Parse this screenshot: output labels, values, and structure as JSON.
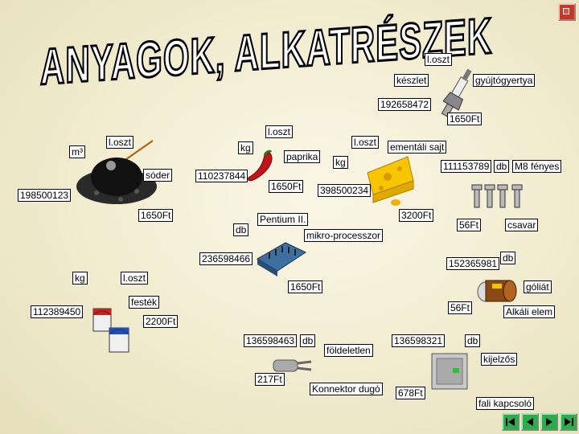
{
  "title": "ANYAGOK, ALKATRÉSZEK",
  "labels": {
    "candle_category": "l.oszt",
    "candle_stock": "készlet",
    "candle_name": "gyújtógyertya",
    "candle_code": "192658472",
    "candle_price": "1650Ft",
    "coal_unit": "m³",
    "coal_category": "l.oszt",
    "coal_name": "sóder",
    "coal_code": "198500123",
    "coal_price": "1650Ft",
    "paprika_category": "l.oszt",
    "paprika_unit": "kg",
    "paprika_name": "paprika",
    "paprika_code": "110237844",
    "paprika_price": "1650Ft",
    "cheese_category": "l.oszt",
    "cheese_unit": "kg",
    "cheese_name": "ementáli sajt",
    "cheese_code": "398500234",
    "cheese_price": "3200Ft",
    "bolts_code": "111153789",
    "bolts_unit": "db",
    "bolts_name": "M8 fényes",
    "bolts_price": "56Ft",
    "bolts_kind": "csavar",
    "cpu_name": "Pentium II.",
    "cpu_unit": "db",
    "cpu_kind": "mikro-processzor",
    "cpu_code": "236598466",
    "cpu_price": "1650Ft",
    "battery_code": "152365981",
    "battery_unit": "db",
    "battery_name": "góliát",
    "battery_price": "56Ft",
    "battery_kind": "Alkáli elem",
    "paint_unit": "kg",
    "paint_category": "l.oszt",
    "paint_name": "festék",
    "paint_code": "112389450",
    "paint_price": "2200Ft",
    "plug_code": "136598463",
    "plug_unit": "db",
    "plug_kind": "földeletlen",
    "plug_price": "217Ft",
    "plug_name": "Konnektor dugó",
    "switch_code": "136598321",
    "switch_unit": "db",
    "switch_kind": "kijelzős",
    "switch_price": "678Ft",
    "switch_name": "fali kapcsoló"
  },
  "colors": {
    "nav_green": "#2eab4b",
    "close_red": "#c0392b"
  },
  "icons": [
    "close-icon",
    "first-icon",
    "prev-icon",
    "next-icon",
    "last-icon"
  ]
}
